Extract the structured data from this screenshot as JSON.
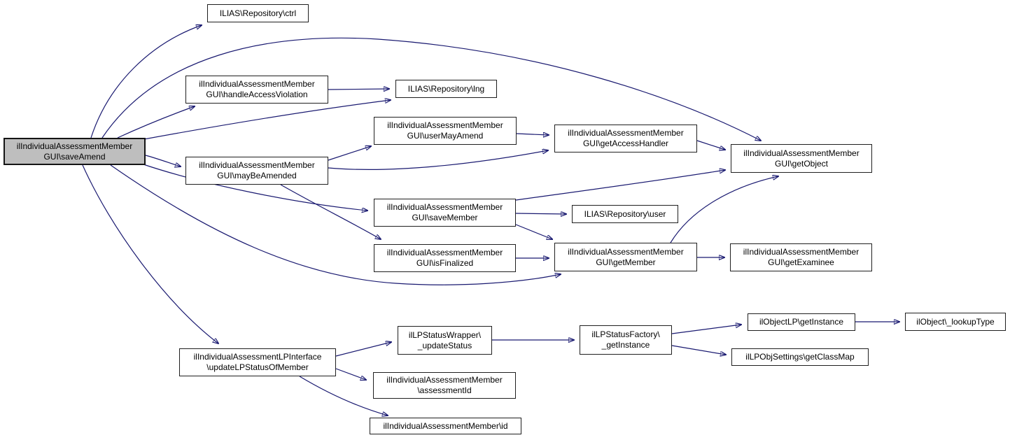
{
  "diagram": {
    "type": "call-graph",
    "colors": {
      "edge": "#191970",
      "node_border": "#1f1f1f",
      "node_fill": "#ffffff",
      "highlight_fill": "#bebebe",
      "background": "#ffffff"
    },
    "nodes": [
      {
        "id": "save-amend",
        "highlighted": true,
        "line1": "ilIndividualAssessmentMember",
        "line2": "GUI\\saveAmend"
      },
      {
        "id": "ctrl",
        "line1": "ILIAS\\Repository\\ctrl"
      },
      {
        "id": "handle-access-violation",
        "line1": "ilIndividualAssessmentMember",
        "line2": "GUI\\handleAccessViolation"
      },
      {
        "id": "lng",
        "line1": "ILIAS\\Repository\\lng"
      },
      {
        "id": "user-may-amend",
        "line1": "ilIndividualAssessmentMember",
        "line2": "GUI\\userMayAmend"
      },
      {
        "id": "get-access-handler",
        "line1": "ilIndividualAssessmentMember",
        "line2": "GUI\\getAccessHandler"
      },
      {
        "id": "may-be-amended",
        "line1": "ilIndividualAssessmentMember",
        "line2": "GUI\\mayBeAmended"
      },
      {
        "id": "get-object",
        "line1": "ilIndividualAssessmentMember",
        "line2": "GUI\\getObject"
      },
      {
        "id": "save-member",
        "line1": "ilIndividualAssessmentMember",
        "line2": "GUI\\saveMember"
      },
      {
        "id": "user",
        "line1": "ILIAS\\Repository\\user"
      },
      {
        "id": "is-finalized",
        "line1": "ilIndividualAssessmentMember",
        "line2": "GUI\\isFinalized"
      },
      {
        "id": "get-member",
        "line1": "ilIndividualAssessmentMember",
        "line2": "GUI\\getMember"
      },
      {
        "id": "get-examinee",
        "line1": "ilIndividualAssessmentMember",
        "line2": "GUI\\getExaminee"
      },
      {
        "id": "update-lp-status-of-member",
        "line1": "ilIndividualAssessmentLPInterface",
        "line2": "\\updateLPStatusOfMember"
      },
      {
        "id": "update-status",
        "line1": "ilLPStatusWrapper\\",
        "line2": "_updateStatus"
      },
      {
        "id": "assessment-id",
        "line1": "ilIndividualAssessmentMember",
        "line2": "\\assessmentId"
      },
      {
        "id": "member-id",
        "line1": "ilIndividualAssessmentMember\\id"
      },
      {
        "id": "get-instance-factory",
        "line1": "ilLPStatusFactory\\",
        "line2": "_getInstance"
      },
      {
        "id": "objectlp-get-instance",
        "line1": "ilObjectLP\\getInstance"
      },
      {
        "id": "lookup-type",
        "line1": "ilObject\\_lookupType"
      },
      {
        "id": "get-class-map",
        "line1": "ilLPObjSettings\\getClassMap"
      }
    ],
    "edges": [
      {
        "from": "save-amend",
        "to": "ctrl"
      },
      {
        "from": "save-amend",
        "to": "handle-access-violation"
      },
      {
        "from": "save-amend",
        "to": "lng"
      },
      {
        "from": "save-amend",
        "to": "may-be-amended"
      },
      {
        "from": "save-amend",
        "to": "get-object"
      },
      {
        "from": "save-amend",
        "to": "save-member"
      },
      {
        "from": "save-amend",
        "to": "get-member"
      },
      {
        "from": "save-amend",
        "to": "update-lp-status-of-member"
      },
      {
        "from": "handle-access-violation",
        "to": "lng"
      },
      {
        "from": "may-be-amended",
        "to": "user-may-amend"
      },
      {
        "from": "may-be-amended",
        "to": "get-access-handler"
      },
      {
        "from": "may-be-amended",
        "to": "is-finalized"
      },
      {
        "from": "user-may-amend",
        "to": "get-access-handler"
      },
      {
        "from": "get-access-handler",
        "to": "get-object"
      },
      {
        "from": "save-member",
        "to": "get-object"
      },
      {
        "from": "save-member",
        "to": "user"
      },
      {
        "from": "save-member",
        "to": "get-member"
      },
      {
        "from": "is-finalized",
        "to": "get-member"
      },
      {
        "from": "get-member",
        "to": "get-object"
      },
      {
        "from": "get-member",
        "to": "get-examinee"
      },
      {
        "from": "update-lp-status-of-member",
        "to": "update-status"
      },
      {
        "from": "update-lp-status-of-member",
        "to": "assessment-id"
      },
      {
        "from": "update-lp-status-of-member",
        "to": "member-id"
      },
      {
        "from": "update-status",
        "to": "get-instance-factory"
      },
      {
        "from": "get-instance-factory",
        "to": "objectlp-get-instance"
      },
      {
        "from": "get-instance-factory",
        "to": "get-class-map"
      },
      {
        "from": "objectlp-get-instance",
        "to": "lookup-type"
      }
    ]
  }
}
